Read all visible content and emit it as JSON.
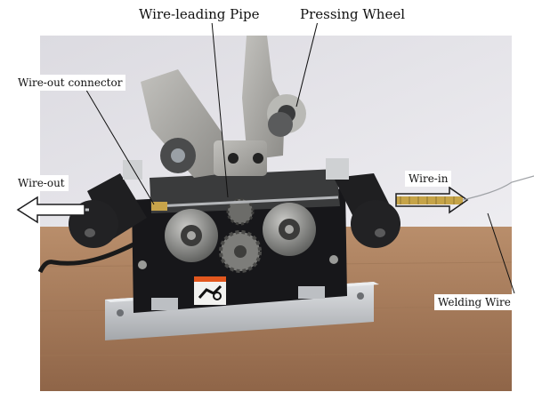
{
  "labels": {
    "wire_leading_pipe": "Wire-leading Pipe",
    "pressing_wheel": "Pressing Wheel",
    "wire_out_connector": "Wire-out connector",
    "wire_out": "Wire-out",
    "wire_in": "Wire-in",
    "welding_wire": "Welding Wire"
  },
  "colors": {
    "wall": "#e6e4e9",
    "table_wood": "#a57a59",
    "motor_body": "#17171a",
    "base_plate": "#c7c9cc",
    "gear_metal": "#8d8e8c",
    "label_box": "#ffffff"
  },
  "icons": {
    "warning_sticker": "hand-in-gears-warning-icon"
  }
}
